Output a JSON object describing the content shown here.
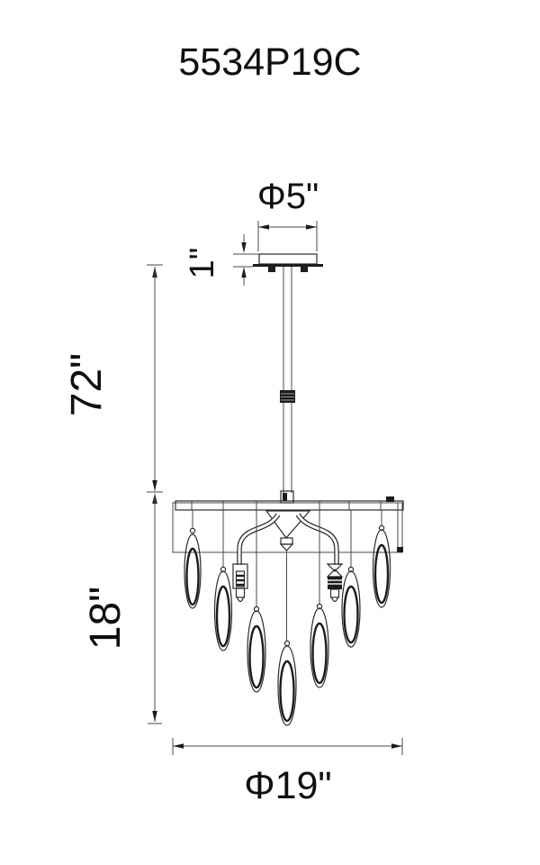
{
  "title": "5534P19C",
  "drawing": {
    "product_code": "5534P19C",
    "dimensions": {
      "canopy_diameter": "Φ5\"",
      "canopy_height": "1\"",
      "rod_drop": "72\"",
      "body_height": "18\"",
      "body_diameter": "Φ19\""
    },
    "pendant_count": 7,
    "socket_count": 2,
    "colors": {
      "line": "#2b2b2b",
      "text": "#0f0f0f",
      "background": "#ffffff"
    }
  }
}
